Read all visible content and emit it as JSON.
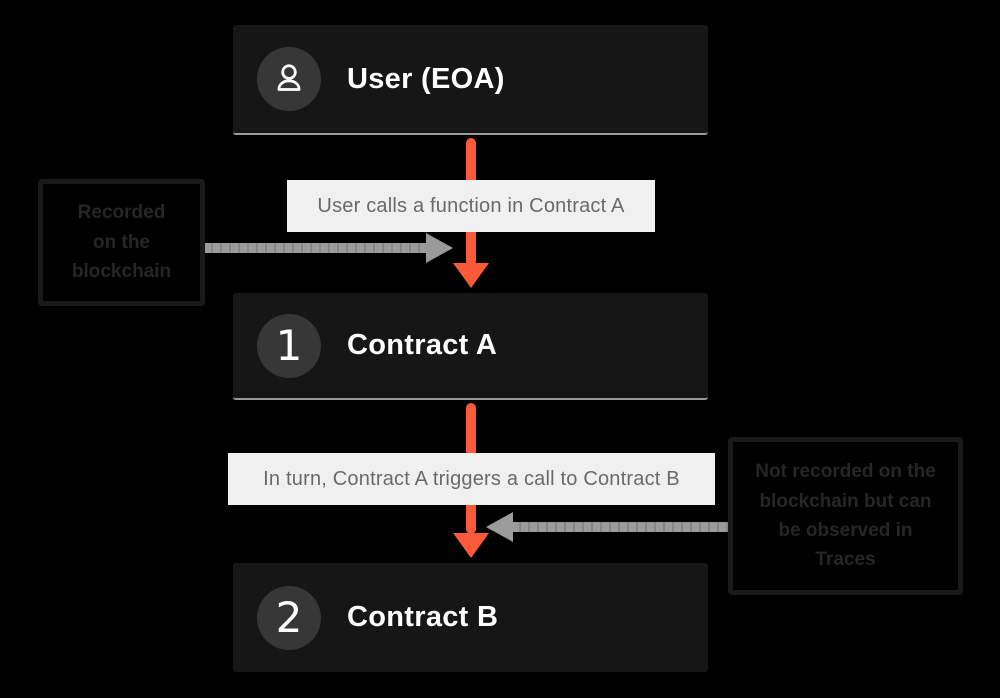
{
  "colors": {
    "background": "#000000",
    "node_fill": "#161616",
    "node_text": "#ffffff",
    "badge_fill": "#373737",
    "accent_arrow": "#fb5a38",
    "gray_arrow": "#9b9b9b",
    "pill_fill": "#f0f0f0",
    "pill_text": "#6a6a6a",
    "callout_border": "#1a1a1a",
    "callout_text": "#262626",
    "node_divider": "#9a9a9a"
  },
  "nodes": [
    {
      "label": "User (EOA)",
      "badge_icon": "user-icon"
    },
    {
      "label": "Contract A",
      "badge": "1"
    },
    {
      "label": "Contract B",
      "badge": "2"
    }
  ],
  "edge_labels": [
    {
      "text": "User calls a function in Contract A"
    },
    {
      "text": "In turn, Contract A triggers a call to Contract B"
    }
  ],
  "callouts": {
    "left": {
      "lines": [
        "Recorded",
        "on the",
        "blockchain"
      ]
    },
    "right": {
      "lines": [
        "Not recorded on the",
        "blockchain but can",
        "be observed in",
        "Traces"
      ]
    }
  }
}
